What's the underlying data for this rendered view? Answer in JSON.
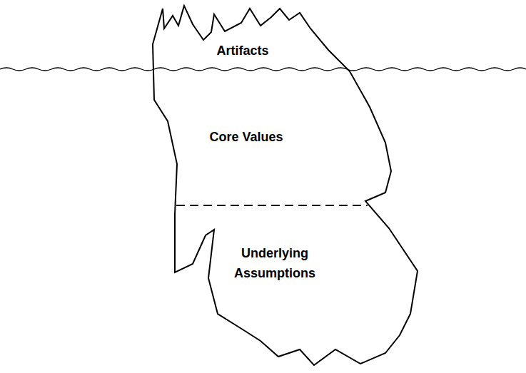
{
  "diagram": {
    "nodes": [
      {
        "text": [
          "Artifacts",
          "Core Values",
          "Underlying Assumptions"
        ]
      }
    ]
  }
}
